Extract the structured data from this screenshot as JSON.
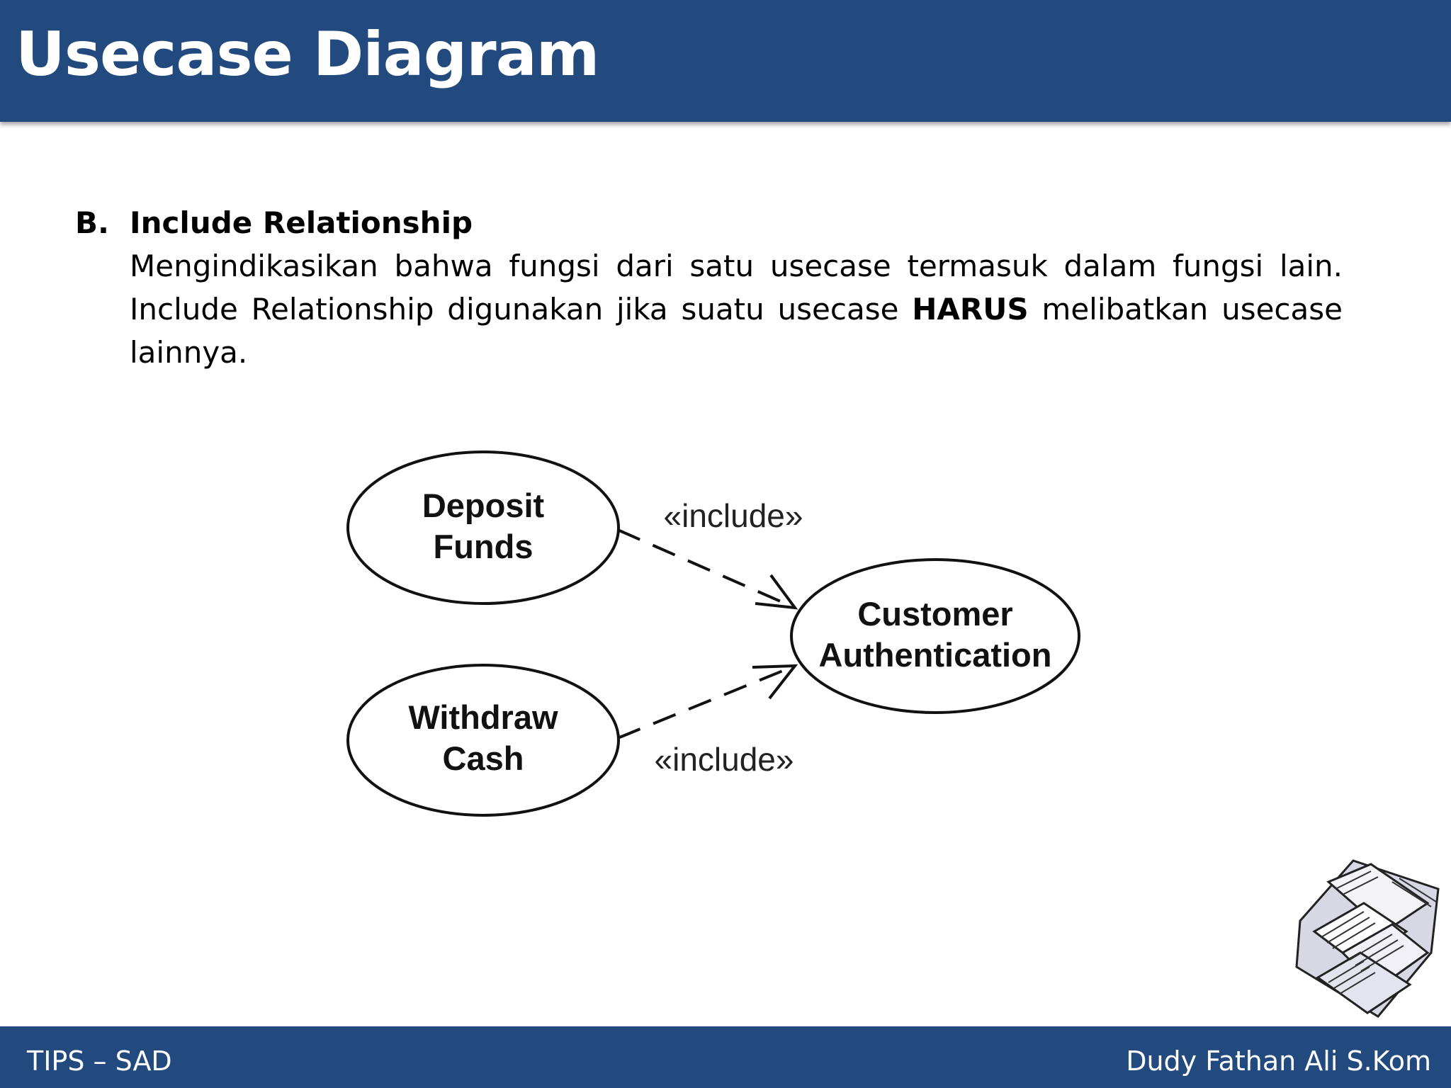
{
  "slide": {
    "title": "Usecase Diagram"
  },
  "section": {
    "letter": "B.",
    "heading": "Include Relationship",
    "body_part1": "Mengindikasikan bahwa fungsi dari satu usecase termasuk dalam fungsi lain. Include Relationship digunakan jika suatu usecase",
    "body_bold": "HARUS",
    "body_part2": "melibatkan usecase lainnya."
  },
  "diagram": {
    "use_cases": [
      {
        "id": "deposit",
        "lines": [
          "Deposit",
          "Funds"
        ]
      },
      {
        "id": "withdraw",
        "lines": [
          "Withdraw",
          "Cash"
        ]
      },
      {
        "id": "auth",
        "lines": [
          "Customer",
          "Authentication"
        ]
      }
    ],
    "relations": [
      {
        "from": "deposit",
        "to": "auth",
        "label": "«include»"
      },
      {
        "from": "withdraw",
        "to": "auth",
        "label": "«include»"
      }
    ]
  },
  "footer": {
    "left": "TIPS – SAD",
    "right": "Dudy Fathan Ali S.Kom"
  },
  "icons": {
    "clipart": "floppy-disks-icon"
  },
  "colors": {
    "header_bg": "#234a7e",
    "footer_bg": "#234a7e"
  }
}
